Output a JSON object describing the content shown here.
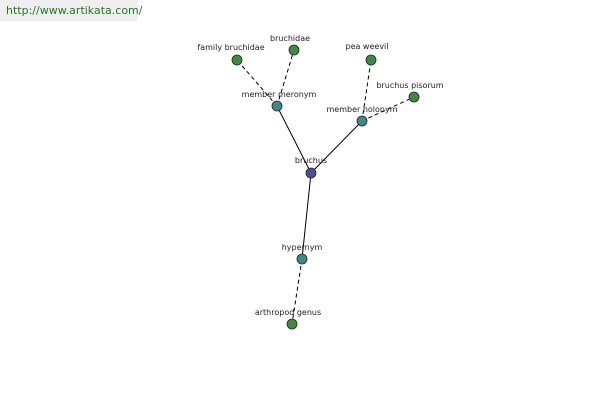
{
  "banner": {
    "url_text": "http://www.artikata.com/"
  },
  "colors": {
    "center": "#4a4e9e",
    "relation": "#3d8a86",
    "leaf": "#3f8a3f",
    "stroke": "#1e2a1e",
    "edge": "#000000"
  },
  "graph": {
    "nodes": [
      {
        "id": "bruchus",
        "label": "bruchus",
        "kind": "center"
      },
      {
        "id": "member_meronym",
        "label": "member meronym",
        "kind": "relation"
      },
      {
        "id": "member_holonym",
        "label": "member holonym",
        "kind": "relation"
      },
      {
        "id": "hypernym",
        "label": "hypernym",
        "kind": "relation"
      },
      {
        "id": "family_bruchidae",
        "label": "family bruchidae",
        "kind": "leaf"
      },
      {
        "id": "bruchidae",
        "label": "bruchidae",
        "kind": "leaf"
      },
      {
        "id": "pea_weevil",
        "label": "pea weevil",
        "kind": "leaf"
      },
      {
        "id": "bruchus_pisorum",
        "label": "bruchus pisorum",
        "kind": "leaf"
      },
      {
        "id": "arthropod_genus",
        "label": "arthropod genus",
        "kind": "leaf"
      }
    ],
    "edges": [
      {
        "from": "bruchus",
        "to": "member_meronym",
        "style": "solid"
      },
      {
        "from": "bruchus",
        "to": "member_holonym",
        "style": "solid"
      },
      {
        "from": "bruchus",
        "to": "hypernym",
        "style": "solid"
      },
      {
        "from": "member_meronym",
        "to": "family_bruchidae",
        "style": "dashed"
      },
      {
        "from": "member_meronym",
        "to": "bruchidae",
        "style": "dashed"
      },
      {
        "from": "member_holonym",
        "to": "pea_weevil",
        "style": "dashed"
      },
      {
        "from": "member_holonym",
        "to": "bruchus_pisorum",
        "style": "dashed"
      },
      {
        "from": "hypernym",
        "to": "arthropod_genus",
        "style": "dashed"
      }
    ]
  }
}
